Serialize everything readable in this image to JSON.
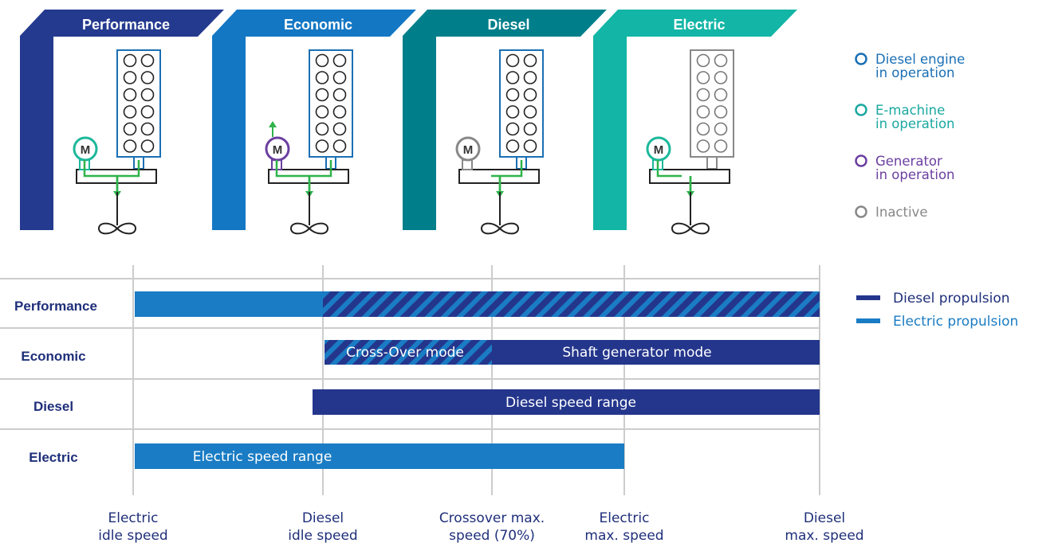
{
  "colors": {
    "performance": "#243a8f",
    "economic": "#1477c4",
    "diesel": "#007f8b",
    "electric": "#12b5a6",
    "diesel_blue": "#1a6fb4",
    "emachine": "#1cb89b",
    "generator": "#6b3fa0",
    "inactive": "#888888",
    "shaft": "#2fb34a",
    "label_navy": "#1f2f7a",
    "legend_teal": "#1aa8a0",
    "dark_bar": "#24368c",
    "light_bar": "#1a7cc4",
    "grid": "#cccccc"
  },
  "modes": [
    {
      "key": "performance",
      "title": "Performance",
      "engine_state": "active",
      "motor_state": "emachine",
      "motor_label": "M",
      "generator_arrow": false
    },
    {
      "key": "economic",
      "title": "Economic",
      "engine_state": "active",
      "motor_state": "generator",
      "motor_label": "M",
      "generator_arrow": true
    },
    {
      "key": "diesel",
      "title": "Diesel",
      "engine_state": "active",
      "motor_state": "inactive",
      "motor_label": "M",
      "generator_arrow": false
    },
    {
      "key": "electric",
      "title": "Electric",
      "engine_state": "inactive",
      "motor_state": "emachine",
      "motor_label": "M",
      "generator_arrow": false
    }
  ],
  "legend_top": [
    {
      "line1": "Diesel engine",
      "line2": "in operation",
      "color_key": "diesel_blue"
    },
    {
      "line1": "E-machine",
      "line2": "in operation",
      "color_key": "legend_teal"
    },
    {
      "line1": "Generator",
      "line2": "in operation",
      "color_key": "generator"
    },
    {
      "line1": "Inactive",
      "line2": "",
      "color_key": "inactive"
    }
  ],
  "legend_bottom": [
    {
      "label": "Diesel propulsion",
      "color_key": "dark_bar"
    },
    {
      "label": "Electric propulsion",
      "color_key": "light_bar"
    }
  ],
  "rows": [
    "Performance",
    "Economic",
    "Diesel",
    "Electric"
  ],
  "speed_points": [
    {
      "line1": "Electric",
      "line2": "idle speed"
    },
    {
      "line1": "Diesel",
      "line2": "idle speed"
    },
    {
      "line1": "Crossover max.",
      "line2": "speed (70%)"
    },
    {
      "line1": "Electric",
      "line2": "max. speed"
    },
    {
      "line1": "Diesel",
      "line2": "max. speed"
    }
  ],
  "bar_labels": {
    "crossover": "Cross-Over mode",
    "shaft_gen": "Shaft generator mode",
    "diesel_range": "Diesel speed range",
    "electric_range": "Electric speed range"
  }
}
